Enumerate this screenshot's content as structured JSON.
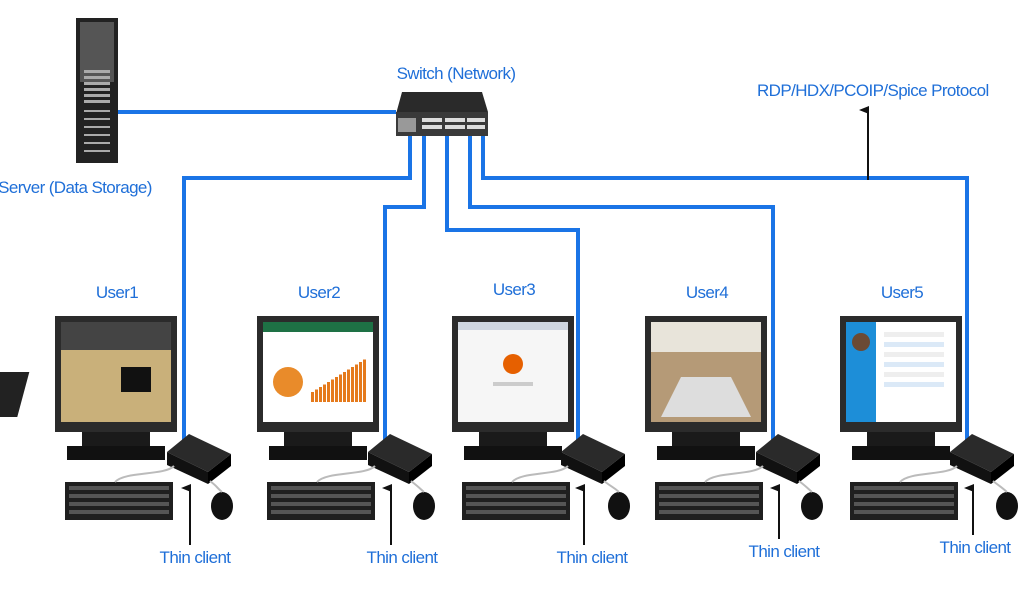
{
  "labels": {
    "server": "Server (Data Storage)",
    "switch": "Switch (Network)",
    "protocol": "RDP/HDX/PCOIP/Spice Protocol"
  },
  "users": [
    {
      "name": "User1",
      "client_label": "Thin client",
      "screen": "desk-photo"
    },
    {
      "name": "User2",
      "client_label": "Thin client",
      "screen": "spreadsheet"
    },
    {
      "name": "User3",
      "client_label": "Thin client",
      "screen": "browser"
    },
    {
      "name": "User4",
      "client_label": "Thin client",
      "screen": "meeting-room"
    },
    {
      "name": "User5",
      "client_label": "Thin client",
      "screen": "chat-app"
    }
  ],
  "colors": {
    "cable": "#1a74e6",
    "text": "#1f6fd8",
    "device": "#1c1c1c"
  }
}
